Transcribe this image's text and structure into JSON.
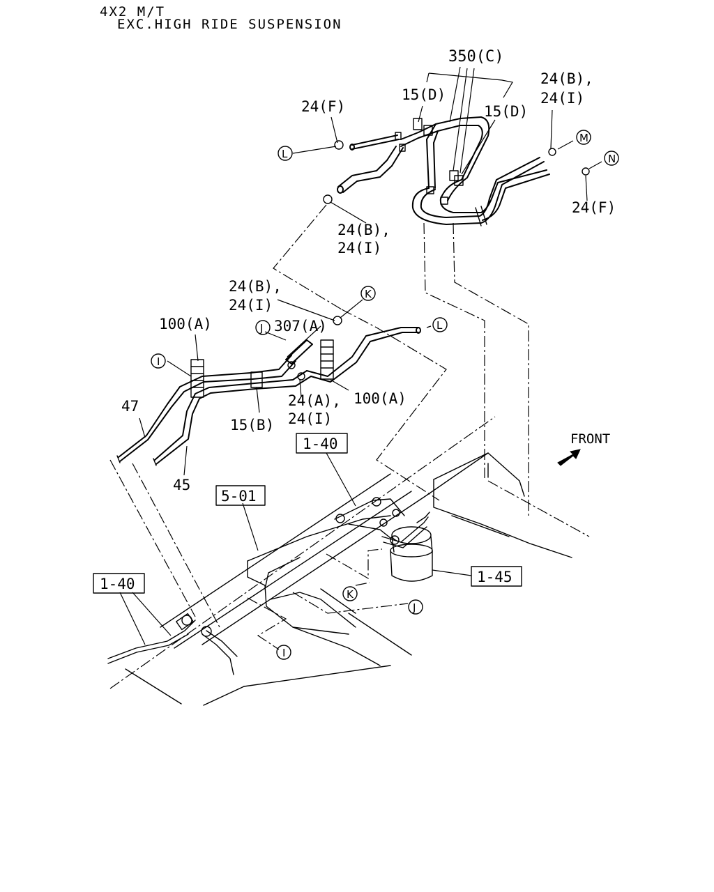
{
  "header": {
    "line1": "4X2 M/T",
    "line2": "EXC.HIGH RIDE SUSPENSION"
  },
  "labels": {
    "p350c": "350(C)",
    "p15d_a": "15(D)",
    "p15d_b": "15(D)",
    "p24f_a": "24(F)",
    "p24f_b": "24(F)",
    "p24b_a1": "24(B),",
    "p24i_a1": "24(I)",
    "p24b_a2": "24(B),",
    "p24i_a2": "24(I)",
    "p24b_a3": "24(B),",
    "p24i_a3": "24(I)",
    "p100a_a": "100(A)",
    "p100a_b": "100(A)",
    "p307a": "307(A)",
    "p24a": "24(A),",
    "p24i_b": "24(I)",
    "p15b": "15(B)",
    "p47": "47",
    "p45": "45",
    "front": "FRONT"
  },
  "boxed_refs": {
    "ref_140_a": "1-40",
    "ref_501": "5-01",
    "ref_145": "1-45",
    "ref_140_b": "1-40"
  },
  "connectors": {
    "L": "L",
    "M": "M",
    "N": "N",
    "K": "K",
    "J": "J",
    "I": "I"
  }
}
